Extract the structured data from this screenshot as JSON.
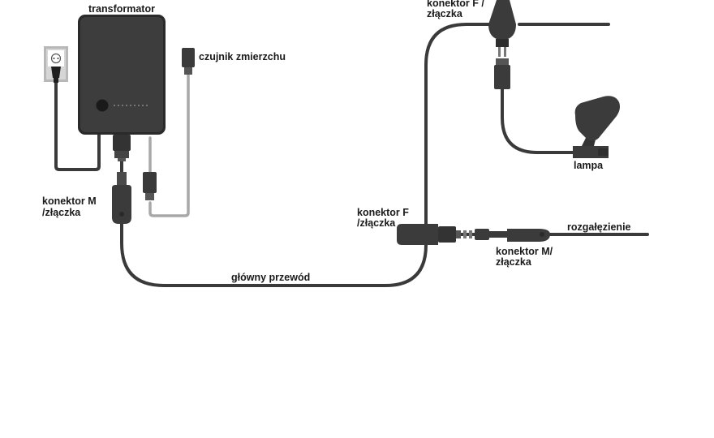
{
  "labels": {
    "transformer": "transformator",
    "dusk_sensor": "czujnik zmierzchu",
    "m_connector_left": [
      "konektor M",
      "/złączka"
    ],
    "main_cable": "główny przewód",
    "f_connector_middle": [
      "konektor F",
      "/złączka"
    ],
    "f_connector_top": [
      "konektor F /",
      "złączka"
    ],
    "lamp": "lampa",
    "branch": "rozgałęzienie",
    "m_connector_right": [
      "konektor M/",
      "złączka"
    ]
  },
  "icons": {
    "socket": "wall-socket-icon",
    "plug": "plug-icon",
    "lamp": "lamp-icon"
  },
  "colors": {
    "cable": "#3a3a3a",
    "sensor_cable": "#a8a8a8",
    "device": "#3b3b3b",
    "label": "#1a1a1a"
  }
}
